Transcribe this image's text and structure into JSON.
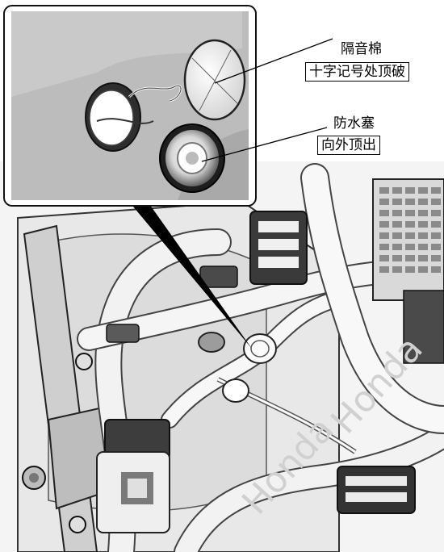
{
  "callouts": [
    {
      "title": "隔音棉",
      "note": "十字记号处顶破"
    },
    {
      "title": "防水塞",
      "note": "向外顶出"
    }
  ],
  "watermark": "Honda"
}
